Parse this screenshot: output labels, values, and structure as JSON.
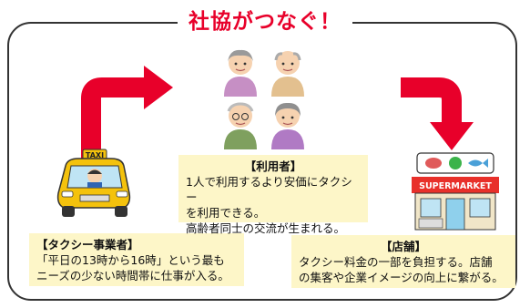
{
  "title": "社協がつなぐ！",
  "taxi": {
    "sign": "TAXI",
    "heading": "【タクシー事業者】",
    "lines": [
      "「平日の13時から16時」という最も",
      "ニーズの少ない時間帯に仕事が入る。"
    ]
  },
  "user": {
    "heading": "【利用者】",
    "lines": [
      "1人で利用するより安価にタクシー",
      "を利用できる。",
      "高齢者同士の交流が生まれる。"
    ]
  },
  "store": {
    "sign": "SUPERMARKET",
    "heading": "【店舗】",
    "lines": [
      "タクシー料金の一部を負担する。店舗",
      "の集客や企業イメージの向上に繋がる。"
    ]
  },
  "colors": {
    "title": "#e8002a",
    "arrow": "#e8002a",
    "box": "#fdf6c8"
  }
}
